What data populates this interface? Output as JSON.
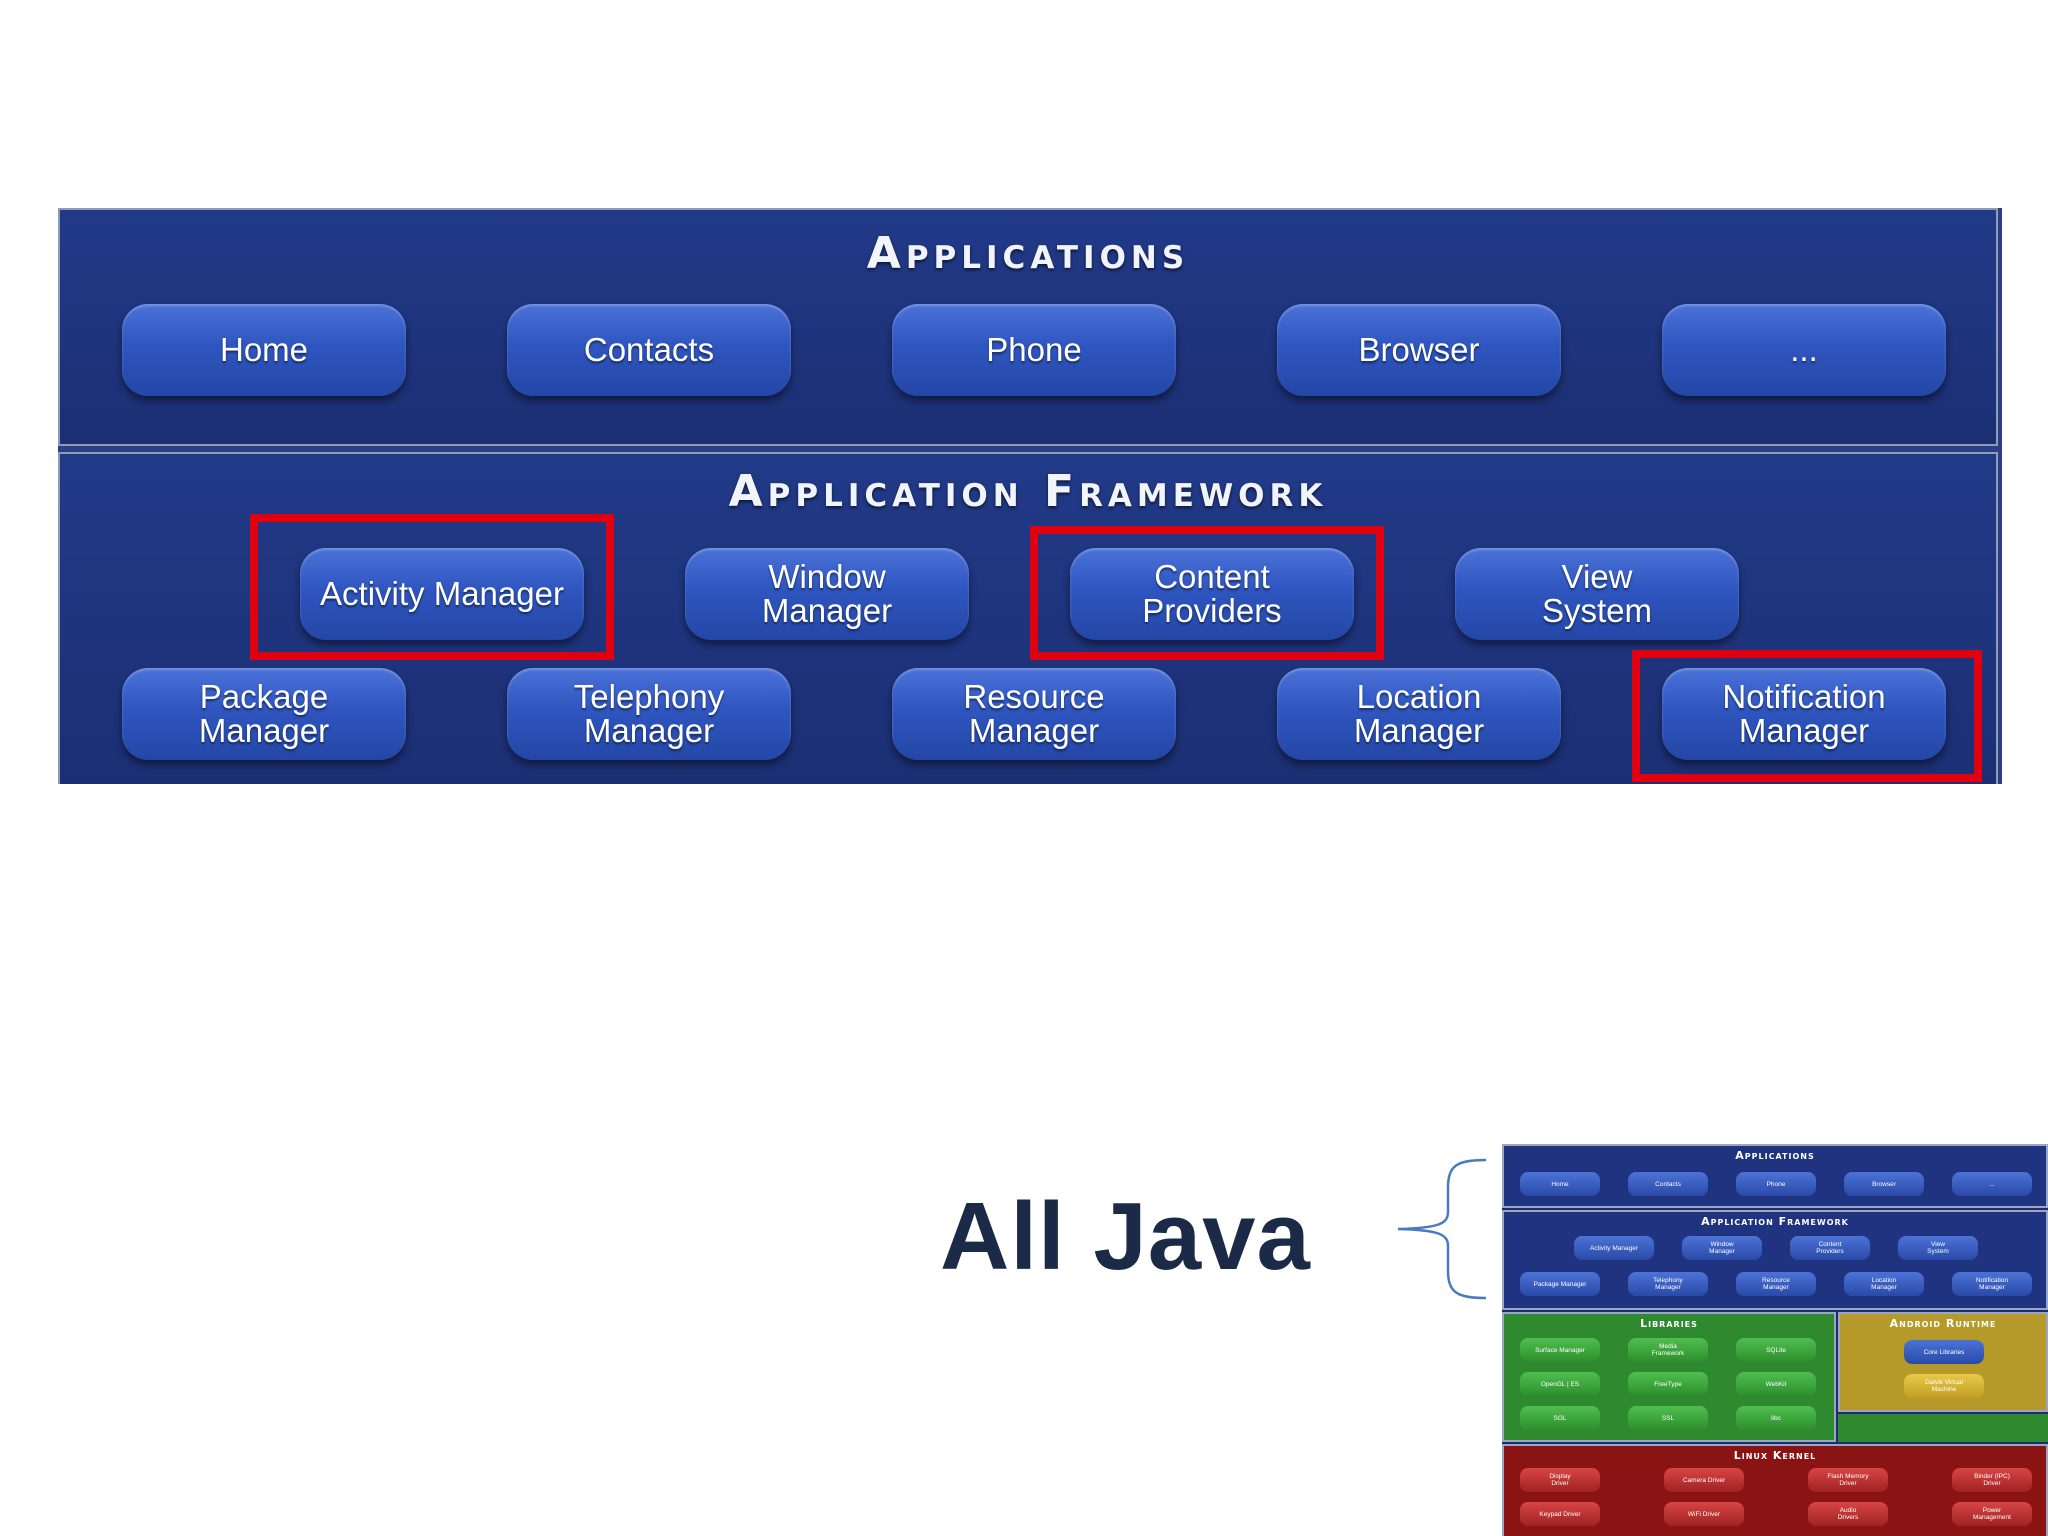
{
  "diagram": {
    "applications": {
      "title": "Applications",
      "items": [
        "Home",
        "Contacts",
        "Phone",
        "Browser",
        "..."
      ]
    },
    "framework": {
      "title": "Application Framework",
      "row1": [
        "Activity Manager",
        "Window\nManager",
        "Content\nProviders",
        "View\nSystem"
      ],
      "row2": [
        "Package Manager",
        "Telephony\nManager",
        "Resource\nManager",
        "Location\nManager",
        "Notification\nManager"
      ],
      "highlighted": [
        "Activity Manager",
        "Content Providers",
        "Notification Manager"
      ]
    },
    "highlight_color": "#e0000f",
    "layer_color": "#213a88",
    "pill_color": "#2f56c0"
  },
  "caption": {
    "text": "All Java",
    "color": "#1b2a46"
  },
  "thumbnail": {
    "applications": {
      "title": "Applications",
      "items": [
        "Home",
        "Contacts",
        "Phone",
        "Browser",
        "..."
      ]
    },
    "framework": {
      "title": "Application Framework",
      "row1": [
        "Activity Manager",
        "Window\nManager",
        "Content\nProviders",
        "View\nSystem"
      ],
      "row2": [
        "Package Manager",
        "Telephony\nManager",
        "Resource\nManager",
        "Location\nManager",
        "Notification\nManager"
      ]
    },
    "libraries": {
      "title": "Libraries",
      "items": [
        "Surface Manager",
        "Media\nFramework",
        "SQLite",
        "OpenGL | ES",
        "FreeType",
        "WebKit",
        "SGL",
        "SSL",
        "libc"
      ]
    },
    "runtime": {
      "title": "Android Runtime",
      "items": [
        "Core Libraries",
        "Dalvik Virtual\nMachine"
      ]
    },
    "kernel": {
      "title": "Linux Kernel",
      "items": [
        "Display\nDriver",
        "Camera Driver",
        "Flash Memory\nDriver",
        "Binder (IPC)\nDriver",
        "Keypad Driver",
        "WiFi Driver",
        "Audio\nDrivers",
        "Power\nManagement"
      ]
    },
    "colors": {
      "apps": "#1d2d6c",
      "libraries": "#2f8a2f",
      "runtime": "#b59a2a",
      "kernel": "#8a1414"
    }
  }
}
